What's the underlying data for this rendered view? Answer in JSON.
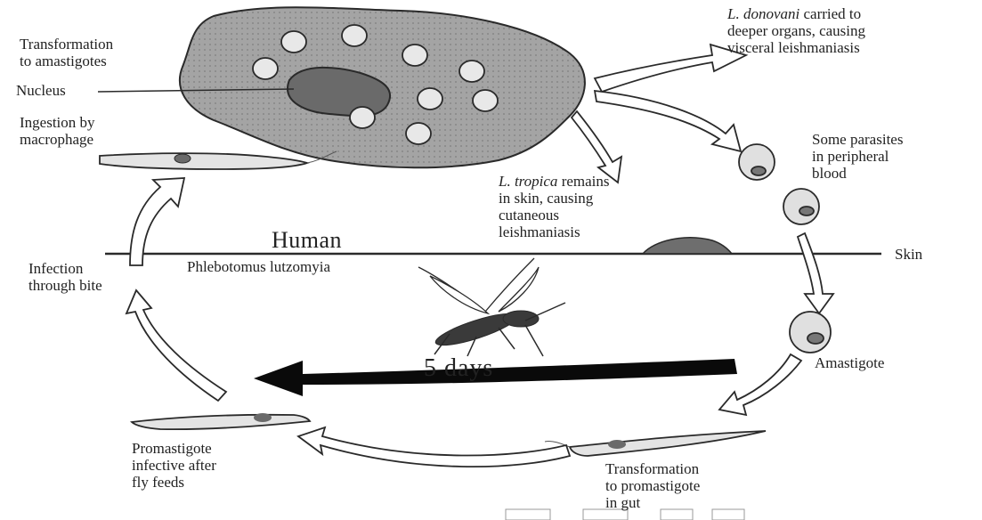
{
  "labels": {
    "transformation_amastigotes": "Transformation\nto amastigotes",
    "nucleus": "Nucleus",
    "ingestion": "Ingestion by\nmacrophage",
    "donovani_species": "L. donovani",
    "donovani_rest": " carried to\ndeeper organs, causing\nvisceral leishmaniasis",
    "some_parasites": "Some parasites\nin peripheral\nblood",
    "tropica_species": "L. tropica",
    "tropica_rest": " remains\nin skin, causing\ncutaneous\nleishmaniasis",
    "human": "Human",
    "skin": "Skin",
    "infection": "Infection\nthrough bite",
    "phlebotomus": "Phlebotomus lutzomyia",
    "five_days": "5 days",
    "amastigote": "Amastigote",
    "promastigote_infective": "Promastigote\ninfective after\nfly feeds",
    "transformation_promastigote": "Transformation\nto promastigote\nin gut"
  },
  "colors": {
    "line": "#2a2a2a",
    "cell_fill": "#9a9a9a",
    "nucleus_fill": "#6a6a6a",
    "arrow_fill": "#ffffff",
    "big_arrow": "#0a0a0a"
  }
}
